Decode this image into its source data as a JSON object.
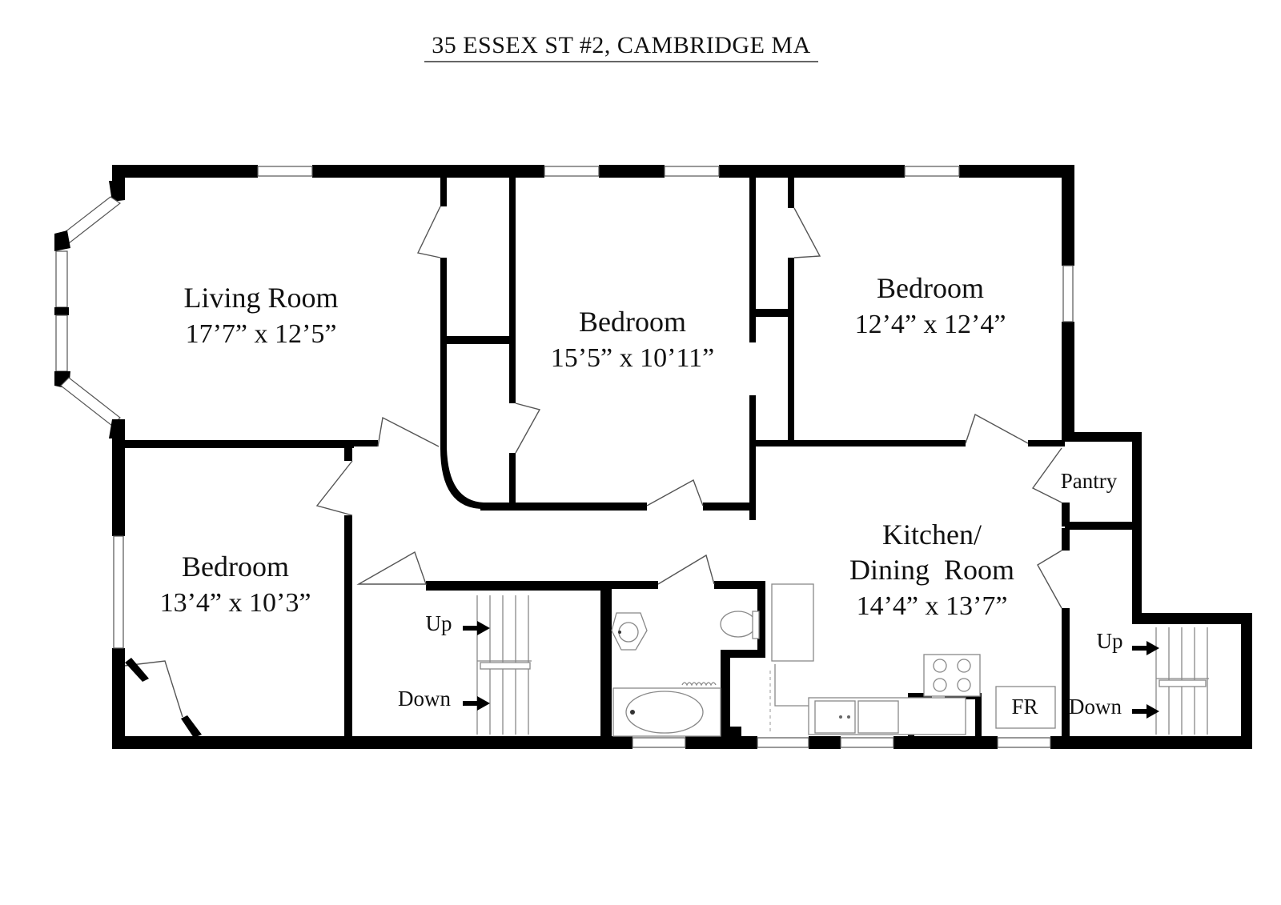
{
  "title": "35 ESSEX ST #2, CAMBRIDGE MA",
  "rooms": {
    "living_room": {
      "name": "Living Room",
      "dims": "17’7” x 12’5”"
    },
    "bedroom_center": {
      "name": "Bedroom",
      "dims": "15’5” x 10’11”"
    },
    "bedroom_right": {
      "name": "Bedroom",
      "dims": "12’4” x 12’4”"
    },
    "bedroom_left": {
      "name": "Bedroom",
      "dims": "13’4” x 10’3”"
    },
    "kitchen": {
      "name_line1": "Kitchen/",
      "name_line2": "Dining  Room",
      "dims": "14’4” x 13’7”"
    },
    "pantry": {
      "name": "Pantry"
    }
  },
  "stairs": {
    "center_up": "Up",
    "center_down": "Down",
    "right_up": "Up",
    "right_down": "Down"
  },
  "appliances": {
    "fridge": "FR"
  },
  "colors": {
    "wall": "#000000",
    "background": "#ffffff",
    "fixture_line": "#888888"
  }
}
